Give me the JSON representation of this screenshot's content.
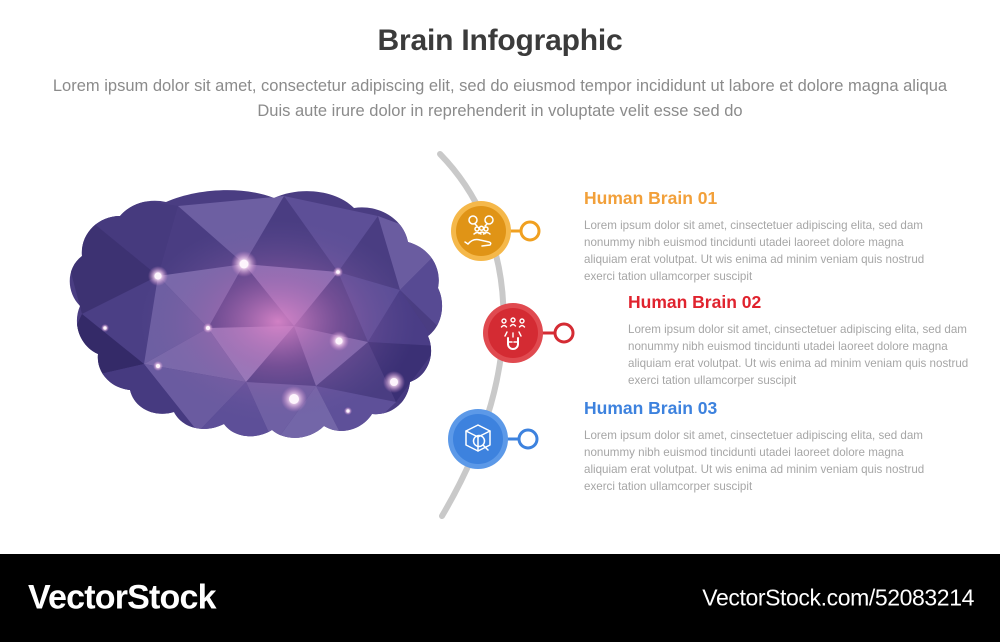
{
  "header": {
    "title": "Brain Infographic",
    "subtitle": "Lorem ipsum dolor sit amet, consectetur adipiscing elit, sed do eiusmod tempor incididunt ut labore et dolore magna aliqua Duis aute irure dolor in reprehenderit in voluptate velit esse sed do"
  },
  "illustration": {
    "name": "low-poly-brain",
    "palette": {
      "dark": "#3a3070",
      "mid": "#6b5a9e",
      "light": "#8d7ab4",
      "magenta": "#b85fa8",
      "highlight": "#d87fc4"
    }
  },
  "flow": {
    "arc_color": "#c9c9c9",
    "items": [
      {
        "id": "01",
        "icon": "hand-holding-team-icon",
        "color": "#F0A020",
        "ring_color": "#F5B84A",
        "connector_color": "#F0A020"
      },
      {
        "id": "02",
        "icon": "magnet-attract-people-icon",
        "color": "#D42B33",
        "ring_color": "#E04A50",
        "connector_color": "#D42B33"
      },
      {
        "id": "03",
        "icon": "box-search-icon",
        "color": "#3D82DE",
        "ring_color": "#5C99E8",
        "connector_color": "#3D82DE"
      }
    ]
  },
  "blocks": [
    {
      "title": "Human Brain 01",
      "color": "#F2A03A",
      "body": "Lorem ipsum dolor sit amet, cinsectetuer adipiscing elita, sed dam nonummy nibh euismod tincidunti utadei laoreet dolore magna aliquiam erat volutpat. Ut wis enima ad minim veniam quis nostrud exerci tation ullamcorper suscipit"
    },
    {
      "title": "Human Brain 02",
      "color": "#E0232E",
      "body": "Lorem ipsum dolor sit amet, cinsectetuer adipiscing elita, sed dam nonummy nibh euismod tincidunti utadei laoreet dolore magna aliquiam erat volutpat. Ut wis enima ad minim veniam quis nostrud exerci tation ullamcorper suscipit"
    },
    {
      "title": "Human Brain 03",
      "color": "#3D82DE",
      "body": "Lorem ipsum dolor sit amet, cinsectetuer adipiscing elita, sed dam nonummy nibh euismod tincidunti utadei laoreet dolore magna aliquiam erat volutpat. Ut wis enima ad minim veniam quis nostrud exerci tation ullamcorper suscipit"
    }
  ],
  "footer": {
    "logo": "VectorStock",
    "url": "VectorStock.com/52083214",
    "background": "#000000"
  }
}
